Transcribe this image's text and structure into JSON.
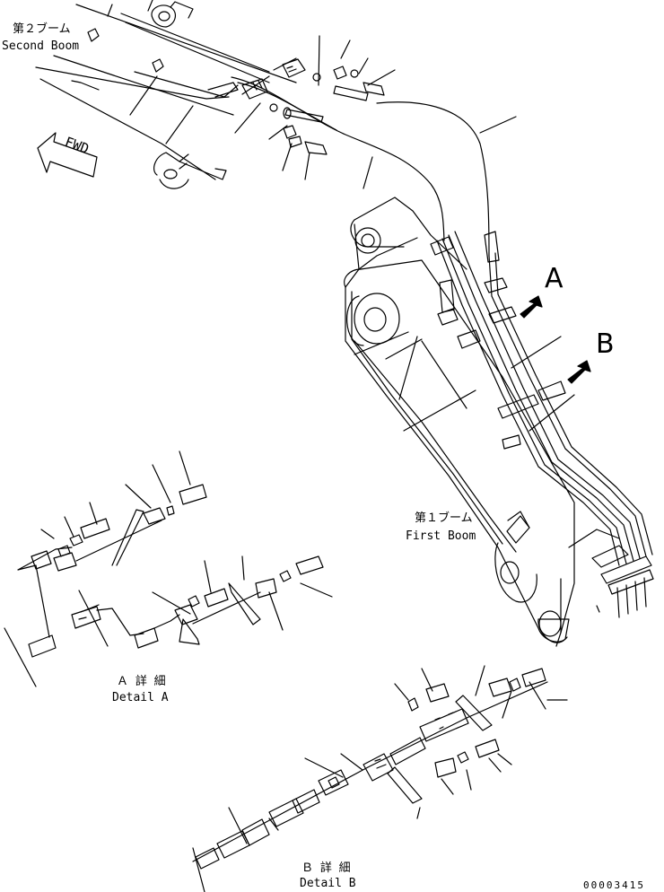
{
  "labels": {
    "second_boom_jp": "第２ブーム",
    "second_boom_en": "Second Boom",
    "first_boom_jp": "第１ブーム",
    "first_boom_en": "First Boom",
    "detail_a_jp": "Ａ 詳 細",
    "detail_a_en": "Detail A",
    "detail_b_jp": "Ｂ 詳 細",
    "detail_b_en": "Detail B",
    "callout_a": "A",
    "callout_b": "B",
    "fwd": "FWD",
    "drawing_number": "00003415"
  }
}
